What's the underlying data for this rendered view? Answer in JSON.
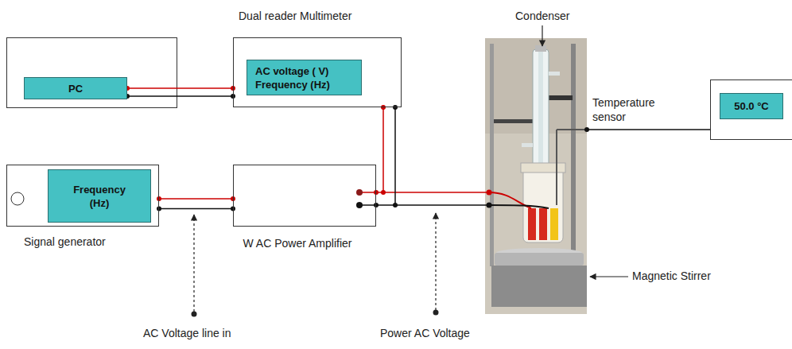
{
  "diagram": {
    "nodes": [
      {
        "text": [
          "PC"
        ]
      },
      {
        "text": [
          "Dual reader Multimeter"
        ]
      },
      {
        "text": [
          "AC voltage ( V) Frequency (Hz)"
        ],
        "in": 1
      },
      {
        "text": [
          "50.0 °C"
        ]
      },
      {
        "text": [
          "Signal generator"
        ]
      },
      {
        "text": [
          "Frequency (Hz)"
        ],
        "in": 4
      },
      {
        "text": [
          "W AC Power Amplifier"
        ]
      }
    ],
    "edges": [
      {
        "from": 0,
        "to": 1,
        "arrow": "none"
      },
      {
        "from": 4,
        "to": 6,
        "arrow": "none"
      },
      {
        "from": 6,
        "to": 1,
        "arrow": "none"
      }
    ],
    "labels": [
      "Condenser",
      "Temperature sensor",
      "Magnetic Stirrer",
      "AC Voltage line in",
      "Power AC Voltage"
    ]
  }
}
